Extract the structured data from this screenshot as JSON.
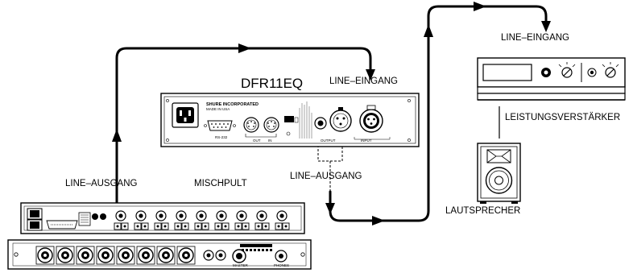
{
  "labels": {
    "device_title": "DFR11EQ",
    "line_in_dfr": "LINE–EINGANG",
    "line_in_amp": "LINE–EINGANG",
    "line_out_mixer": "LINE–AUSGANG",
    "line_out_dfr": "LINE–AUSGANG",
    "mixer": "MISCHPULT",
    "amplifier": "LEISTUNGSVERSTÄRKER",
    "speaker": "LAUTSPRECHER"
  },
  "panel_text": {
    "brand": "SHURE INCORPORATED",
    "sub": "MADE IN USA",
    "rs232": "RS-232",
    "out": "OUT",
    "in": "IN",
    "output": "OUTPUT",
    "input": "INPUT",
    "master": "MASTER",
    "phones": "PHONES"
  }
}
